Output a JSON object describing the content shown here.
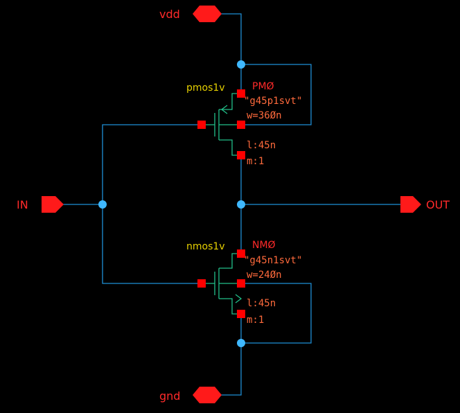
{
  "schematic": {
    "ports": {
      "vdd": "vdd",
      "gnd": "gnd",
      "in": "IN",
      "out": "OUT"
    },
    "pmos": {
      "cell": "pmos1v",
      "instance": "PMØ",
      "model": "\"g45p1svt\"",
      "width": "w=36Øn",
      "length": "l:45n",
      "multiplier": "m:1"
    },
    "nmos": {
      "cell": "nmos1v",
      "instance": "NMØ",
      "model": "\"g45n1svt\"",
      "width": "w=24Øn",
      "length": "l:45n",
      "multiplier": "m:1"
    }
  },
  "colors": {
    "background": "#000000",
    "wire": "#1e8fd6",
    "device": "#22c08a",
    "pin": "#ff0000",
    "junction": "#3fb8ff",
    "port_label": "#ff2a2a",
    "cell_label": "#e6d000",
    "param_label": "#ff6a3c"
  }
}
